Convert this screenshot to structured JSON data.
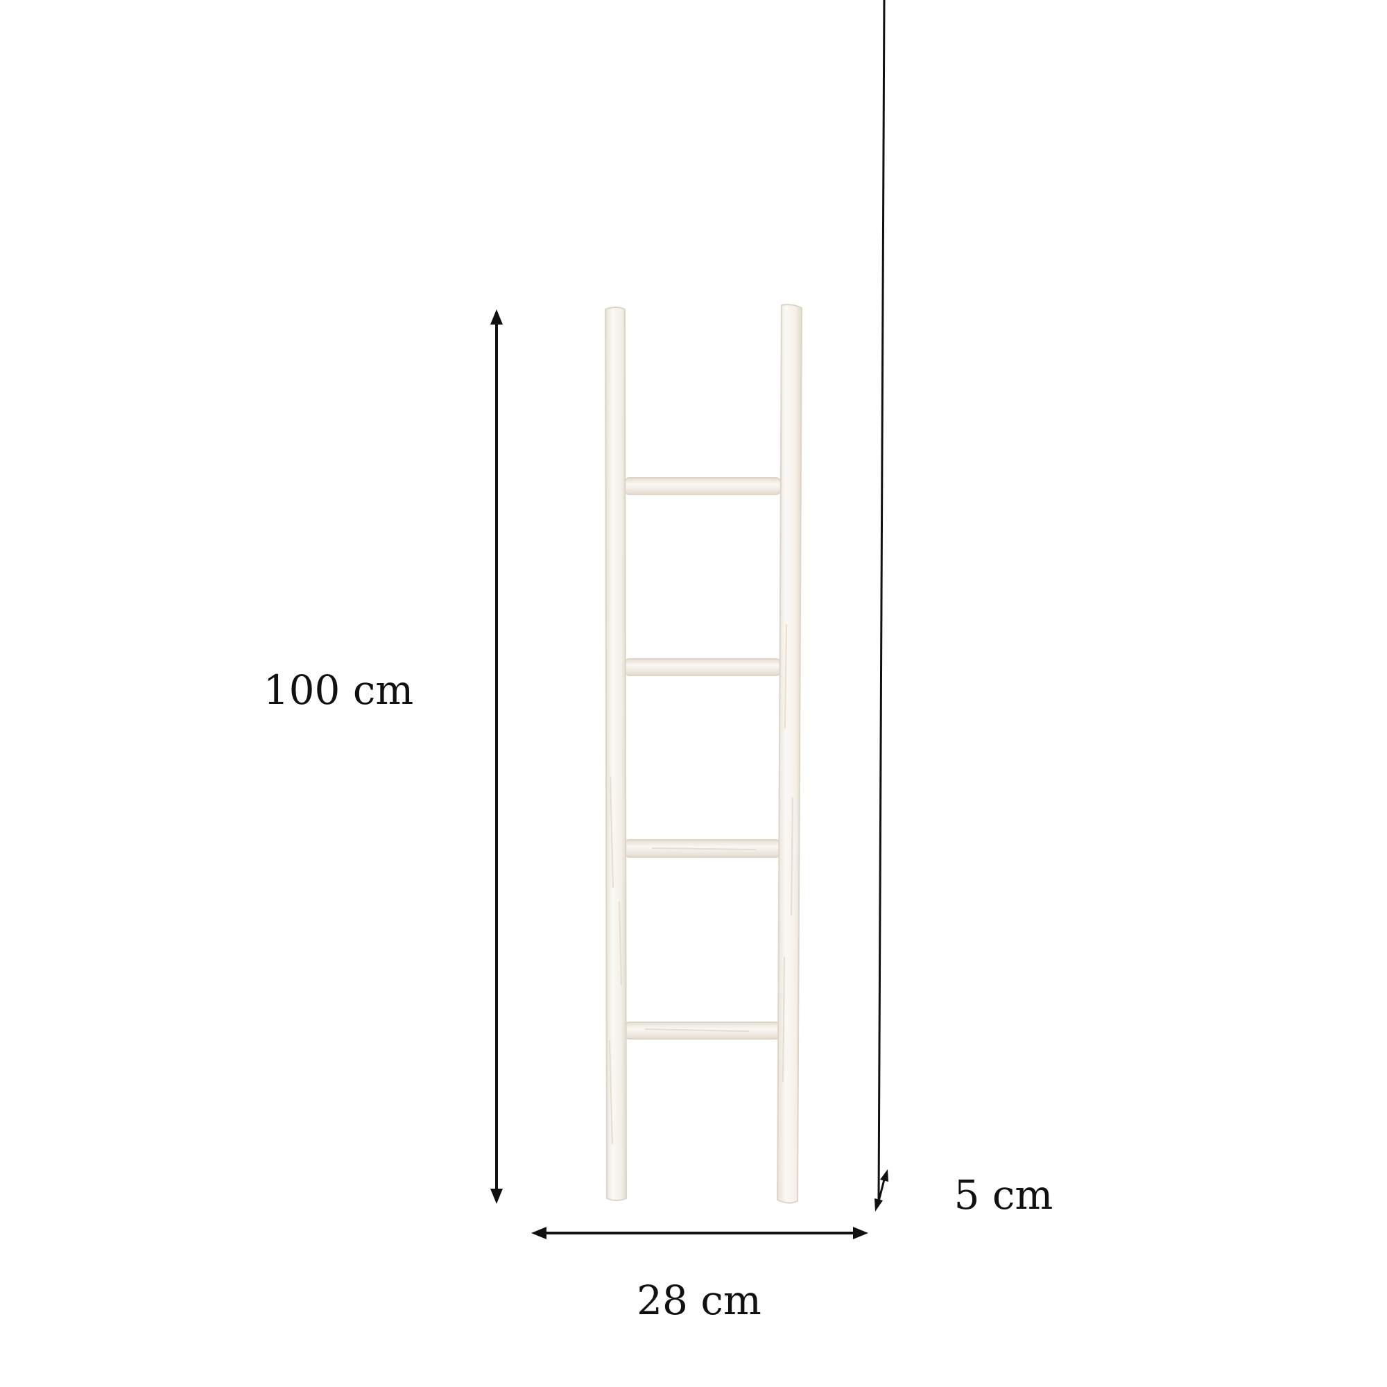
{
  "dimensions": {
    "height_label": "100 cm",
    "width_label": "28 cm",
    "depth_label": "5 cm"
  },
  "colors": {
    "wood": "#f5f2ec",
    "wood_edge": "#ddd5c8",
    "grain": "#e3d8c8",
    "arrow": "#111111",
    "text": "#111111"
  }
}
